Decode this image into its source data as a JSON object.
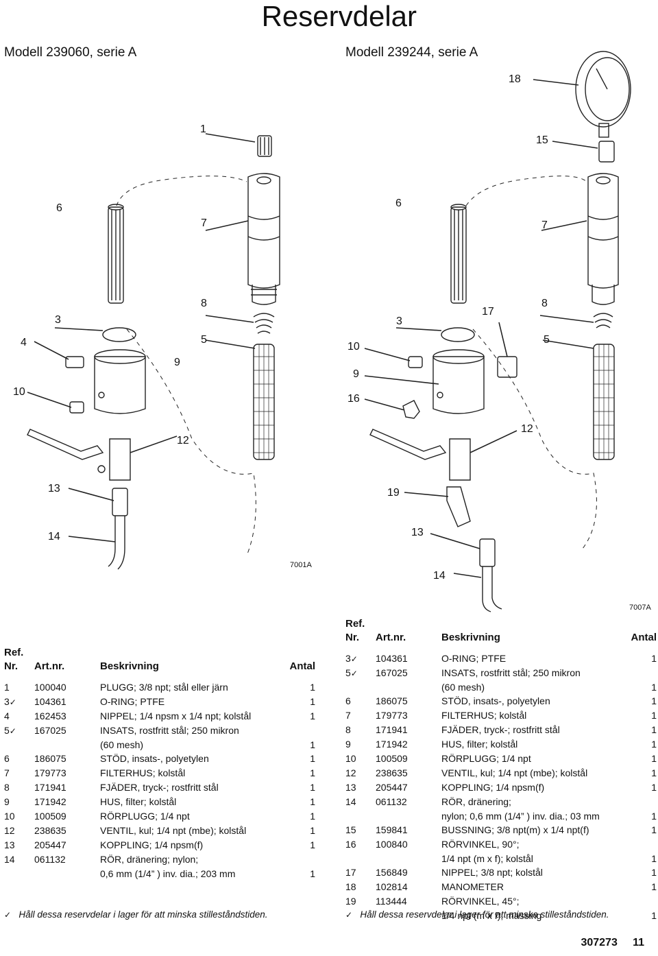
{
  "page": {
    "title": "Reservdelar",
    "model_left": "Modell 239060, serie A",
    "model_right": "Modell 239244, serie A",
    "doc_number": "307273",
    "page_number": "11"
  },
  "figures": {
    "left": {
      "id": "7001A",
      "callouts": [
        "1",
        "6",
        "7",
        "8",
        "3",
        "4",
        "9",
        "5",
        "10",
        "12",
        "13",
        "14"
      ]
    },
    "right": {
      "id": "7007A",
      "callouts": [
        "18",
        "15",
        "6",
        "7",
        "17",
        "8",
        "3",
        "10",
        "5",
        "9",
        "16",
        "12",
        "19",
        "13",
        "14"
      ]
    }
  },
  "columns": {
    "ref": "Ref.",
    "nr": "Nr.",
    "artnr": "Art.nr.",
    "desc": "Beskrivning",
    "qty": "Antal"
  },
  "check_symbol": "✓",
  "parts_left": [
    {
      "ref": "1",
      "check": "",
      "art": "100040",
      "desc": "PLUGG; 3/8 npt; stål eller järn",
      "qty": "1"
    },
    {
      "ref": "3",
      "check": "✓",
      "art": "104361",
      "desc": "O-RING; PTFE",
      "qty": "1"
    },
    {
      "ref": "4",
      "check": "",
      "art": "162453",
      "desc": "NIPPEL; 1/4 npsm x 1/4 npt; kolstål",
      "qty": "1"
    },
    {
      "ref": "5",
      "check": "✓",
      "art": "167025",
      "desc": "INSATS, rostfritt stål; 250 mikron",
      "qty": ""
    },
    {
      "ref": "",
      "check": "",
      "art": "",
      "desc": "(60 mesh)",
      "qty": "1"
    },
    {
      "ref": "6",
      "check": "",
      "art": "186075",
      "desc": "STÖD, insats-, polyetylen",
      "qty": "1"
    },
    {
      "ref": "7",
      "check": "",
      "art": "179773",
      "desc": "FILTERHUS; kolstål",
      "qty": "1"
    },
    {
      "ref": "8",
      "check": "",
      "art": "171941",
      "desc": "FJÄDER, tryck-; rostfritt stål",
      "qty": "1"
    },
    {
      "ref": "9",
      "check": "",
      "art": "171942",
      "desc": "HUS, filter; kolstål",
      "qty": "1"
    },
    {
      "ref": "10",
      "check": "",
      "art": "100509",
      "desc": "RÖRPLUGG; 1/4 npt",
      "qty": "1"
    },
    {
      "ref": "12",
      "check": "",
      "art": "238635",
      "desc": "VENTIL, kul; 1/4 npt (mbe); kolstål",
      "qty": "1"
    },
    {
      "ref": "13",
      "check": "",
      "art": "205447",
      "desc": "KOPPLING; 1/4 npsm(f)",
      "qty": "1"
    },
    {
      "ref": "14",
      "check": "",
      "art": "061132",
      "desc": "RÖR, dränering; nylon;",
      "qty": ""
    },
    {
      "ref": "",
      "check": "",
      "art": "",
      "desc": "0,6 mm (1/4” ) inv. dia.; 203 mm",
      "qty": "1"
    }
  ],
  "parts_right": [
    {
      "ref": "3",
      "check": "✓",
      "art": "104361",
      "desc": "O-RING; PTFE",
      "qty": "1"
    },
    {
      "ref": "5",
      "check": "✓",
      "art": "167025",
      "desc": "INSATS, rostfritt stål; 250 mikron",
      "qty": ""
    },
    {
      "ref": "",
      "check": "",
      "art": "",
      "desc": "(60 mesh)",
      "qty": "1"
    },
    {
      "ref": "6",
      "check": "",
      "art": "186075",
      "desc": "STÖD, insats-, polyetylen",
      "qty": "1"
    },
    {
      "ref": "7",
      "check": "",
      "art": "179773",
      "desc": "FILTERHUS; kolstål",
      "qty": "1"
    },
    {
      "ref": "8",
      "check": "",
      "art": "171941",
      "desc": "FJÄDER, tryck-; rostfritt stål",
      "qty": "1"
    },
    {
      "ref": "9",
      "check": "",
      "art": "171942",
      "desc": "HUS, filter; kolstål",
      "qty": "1"
    },
    {
      "ref": "10",
      "check": "",
      "art": "100509",
      "desc": "RÖRPLUGG; 1/4 npt",
      "qty": "1"
    },
    {
      "ref": "12",
      "check": "",
      "art": "238635",
      "desc": "VENTIL, kul; 1/4 npt (mbe); kolstål",
      "qty": "1"
    },
    {
      "ref": "13",
      "check": "",
      "art": "205447",
      "desc": "KOPPLING; 1/4 npsm(f)",
      "qty": "1"
    },
    {
      "ref": "14",
      "check": "",
      "art": "061132",
      "desc": "RÖR, dränering;",
      "qty": ""
    },
    {
      "ref": "",
      "check": "",
      "art": "",
      "desc": "nylon; 0,6 mm (1/4” ) inv. dia.; 03 mm",
      "qty": "1"
    },
    {
      "ref": "15",
      "check": "",
      "art": "159841",
      "desc": "BUSSNING; 3/8 npt(m) x 1/4 npt(f)",
      "qty": "1"
    },
    {
      "ref": "16",
      "check": "",
      "art": "100840",
      "desc": "RÖRVINKEL, 90°;",
      "qty": ""
    },
    {
      "ref": "",
      "check": "",
      "art": "",
      "desc": "1/4 npt (m x f); kolstål",
      "qty": "1"
    },
    {
      "ref": "17",
      "check": "",
      "art": "156849",
      "desc": "NIPPEL; 3/8 npt; kolstål",
      "qty": "1"
    },
    {
      "ref": "18",
      "check": "",
      "art": "102814",
      "desc": "MANOMETER",
      "qty": "1"
    },
    {
      "ref": "19",
      "check": "",
      "art": "113444",
      "desc": "RÖRVINKEL, 45°;",
      "qty": ""
    },
    {
      "ref": "",
      "check": "",
      "art": "",
      "desc": "1/4 npt (m x f); mässing",
      "qty": "1"
    }
  ],
  "note": "Håll dessa reservdelar i lager för att minska stilleståndstiden."
}
